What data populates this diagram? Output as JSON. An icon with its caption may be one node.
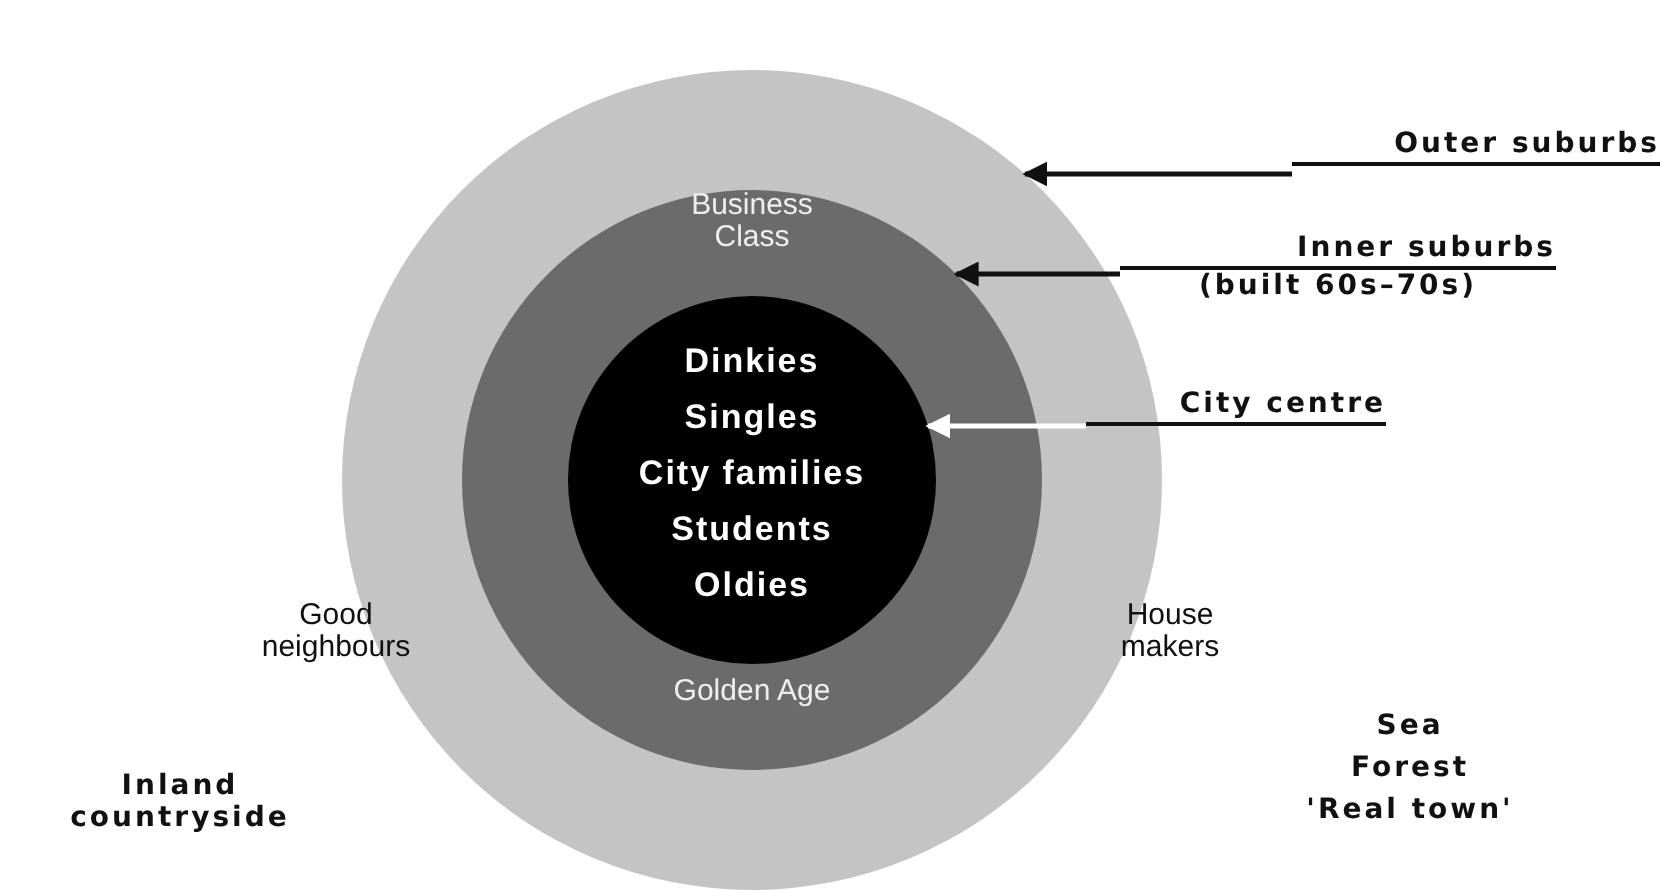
{
  "diagram": {
    "nodes": [
      {
        "text": [
          "Good neighbours",
          "House makers"
        ]
      },
      {
        "text": [
          "Business Class",
          "Golden Age"
        ],
        "in": 0
      },
      {
        "text": [
          "Dinkies",
          "Singles",
          "City families",
          "Students",
          "Oldies"
        ],
        "in": 1
      },
      {
        "text": [
          "Outer suburbs"
        ]
      },
      {
        "text": [
          "Inner suburbs",
          "(built 60s–70s)"
        ]
      },
      {
        "text": [
          "City centre"
        ]
      }
    ],
    "edges": [
      {
        "from": 3,
        "to": 0,
        "arrow": "to"
      },
      {
        "from": 4,
        "to": 1,
        "arrow": "to"
      },
      {
        "from": 5,
        "to": 2,
        "arrow": "to",
        "color": "#ffffff"
      }
    ],
    "labels": [
      "Inland countryside",
      "Sea",
      "Forest",
      "'Real town'"
    ]
  }
}
